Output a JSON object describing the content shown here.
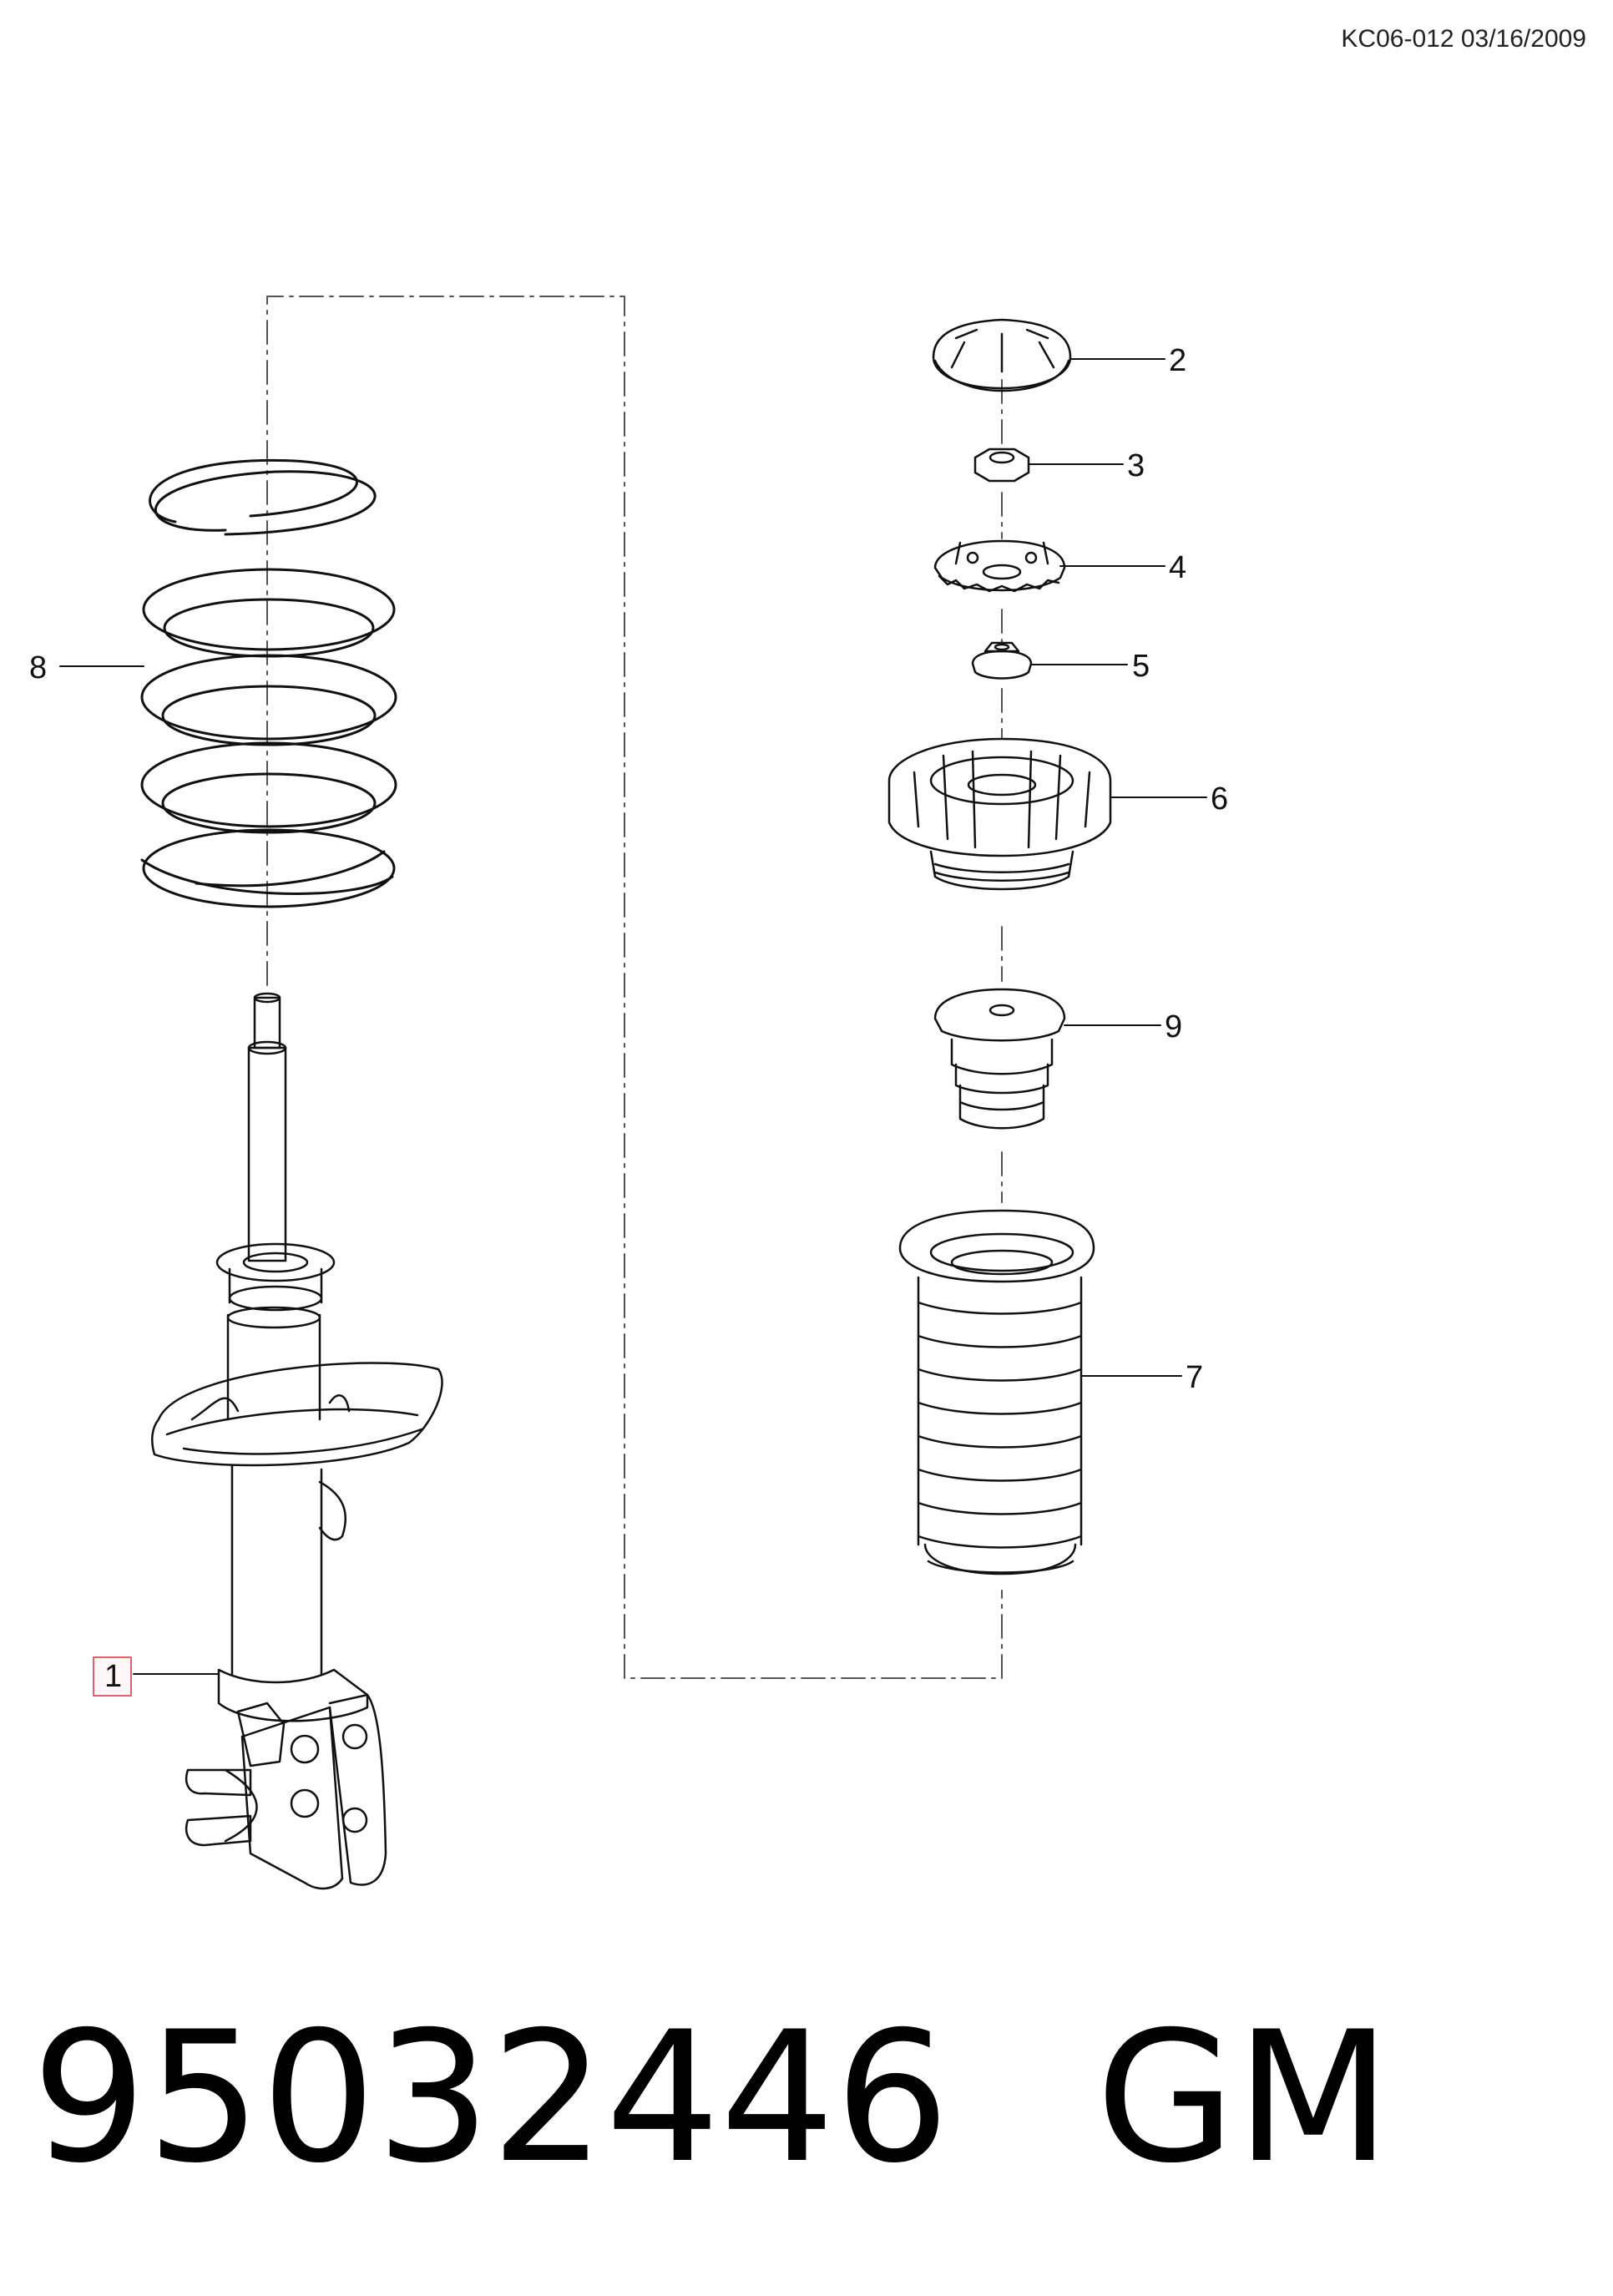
{
  "header": {
    "doc_code": "KC06-012 03/16/2009"
  },
  "callouts": [
    {
      "id": "1",
      "label": "1",
      "highlighted": true,
      "highlight_color": "#e06070"
    },
    {
      "id": "2",
      "label": "2"
    },
    {
      "id": "3",
      "label": "3"
    },
    {
      "id": "4",
      "label": "4"
    },
    {
      "id": "5",
      "label": "5"
    },
    {
      "id": "6",
      "label": "6"
    },
    {
      "id": "7",
      "label": "7"
    },
    {
      "id": "8",
      "label": "8"
    },
    {
      "id": "9",
      "label": "9"
    }
  ],
  "footer": {
    "part_number": "95032446",
    "brand": "GM"
  }
}
